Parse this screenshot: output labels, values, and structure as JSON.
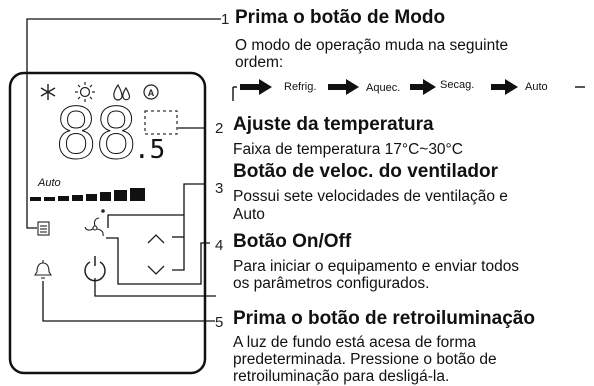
{
  "display": {
    "digits": "88",
    "decimal": ".5",
    "auto_label": "Auto",
    "icons": [
      "snowflake-icon",
      "sun-icon",
      "drops-icon",
      "auto-mode-icon",
      "menu-icon",
      "fan-icon",
      "bell-icon",
      "power-icon",
      "up-arrow-icon",
      "down-arrow-icon"
    ]
  },
  "callouts": [
    {
      "number": "1",
      "title": "Prima o botão de Modo",
      "lines": [
        "O modo de operação muda na seguinte",
        "ordem:"
      ]
    },
    {
      "number": "2",
      "title": "Ajuste da temperatura",
      "lines": [
        "Faixa de temperatura 17°C~30°C"
      ]
    },
    {
      "number": "",
      "title": "Botão de veloc. do ventilador",
      "lines": [
        "Possui sete velocidades de ventilação e",
        "Auto"
      ]
    },
    {
      "number": "3",
      "title": "",
      "lines": []
    },
    {
      "number": "4",
      "title": "Botão On/Off",
      "lines": [
        "Para iniciar o equipamento e enviar todos",
        "os parâmetros configurados."
      ]
    },
    {
      "number": "5",
      "title": "Prima o botão de retroiluminação",
      "lines": [
        "A luz de fundo está acesa de forma",
        "predeterminada. Pressione o botão de",
        "retroiluminação para desligá-la."
      ]
    }
  ],
  "mode_sequence": [
    "Refrig.",
    "Aquec.",
    "Secag.",
    "Auto"
  ]
}
